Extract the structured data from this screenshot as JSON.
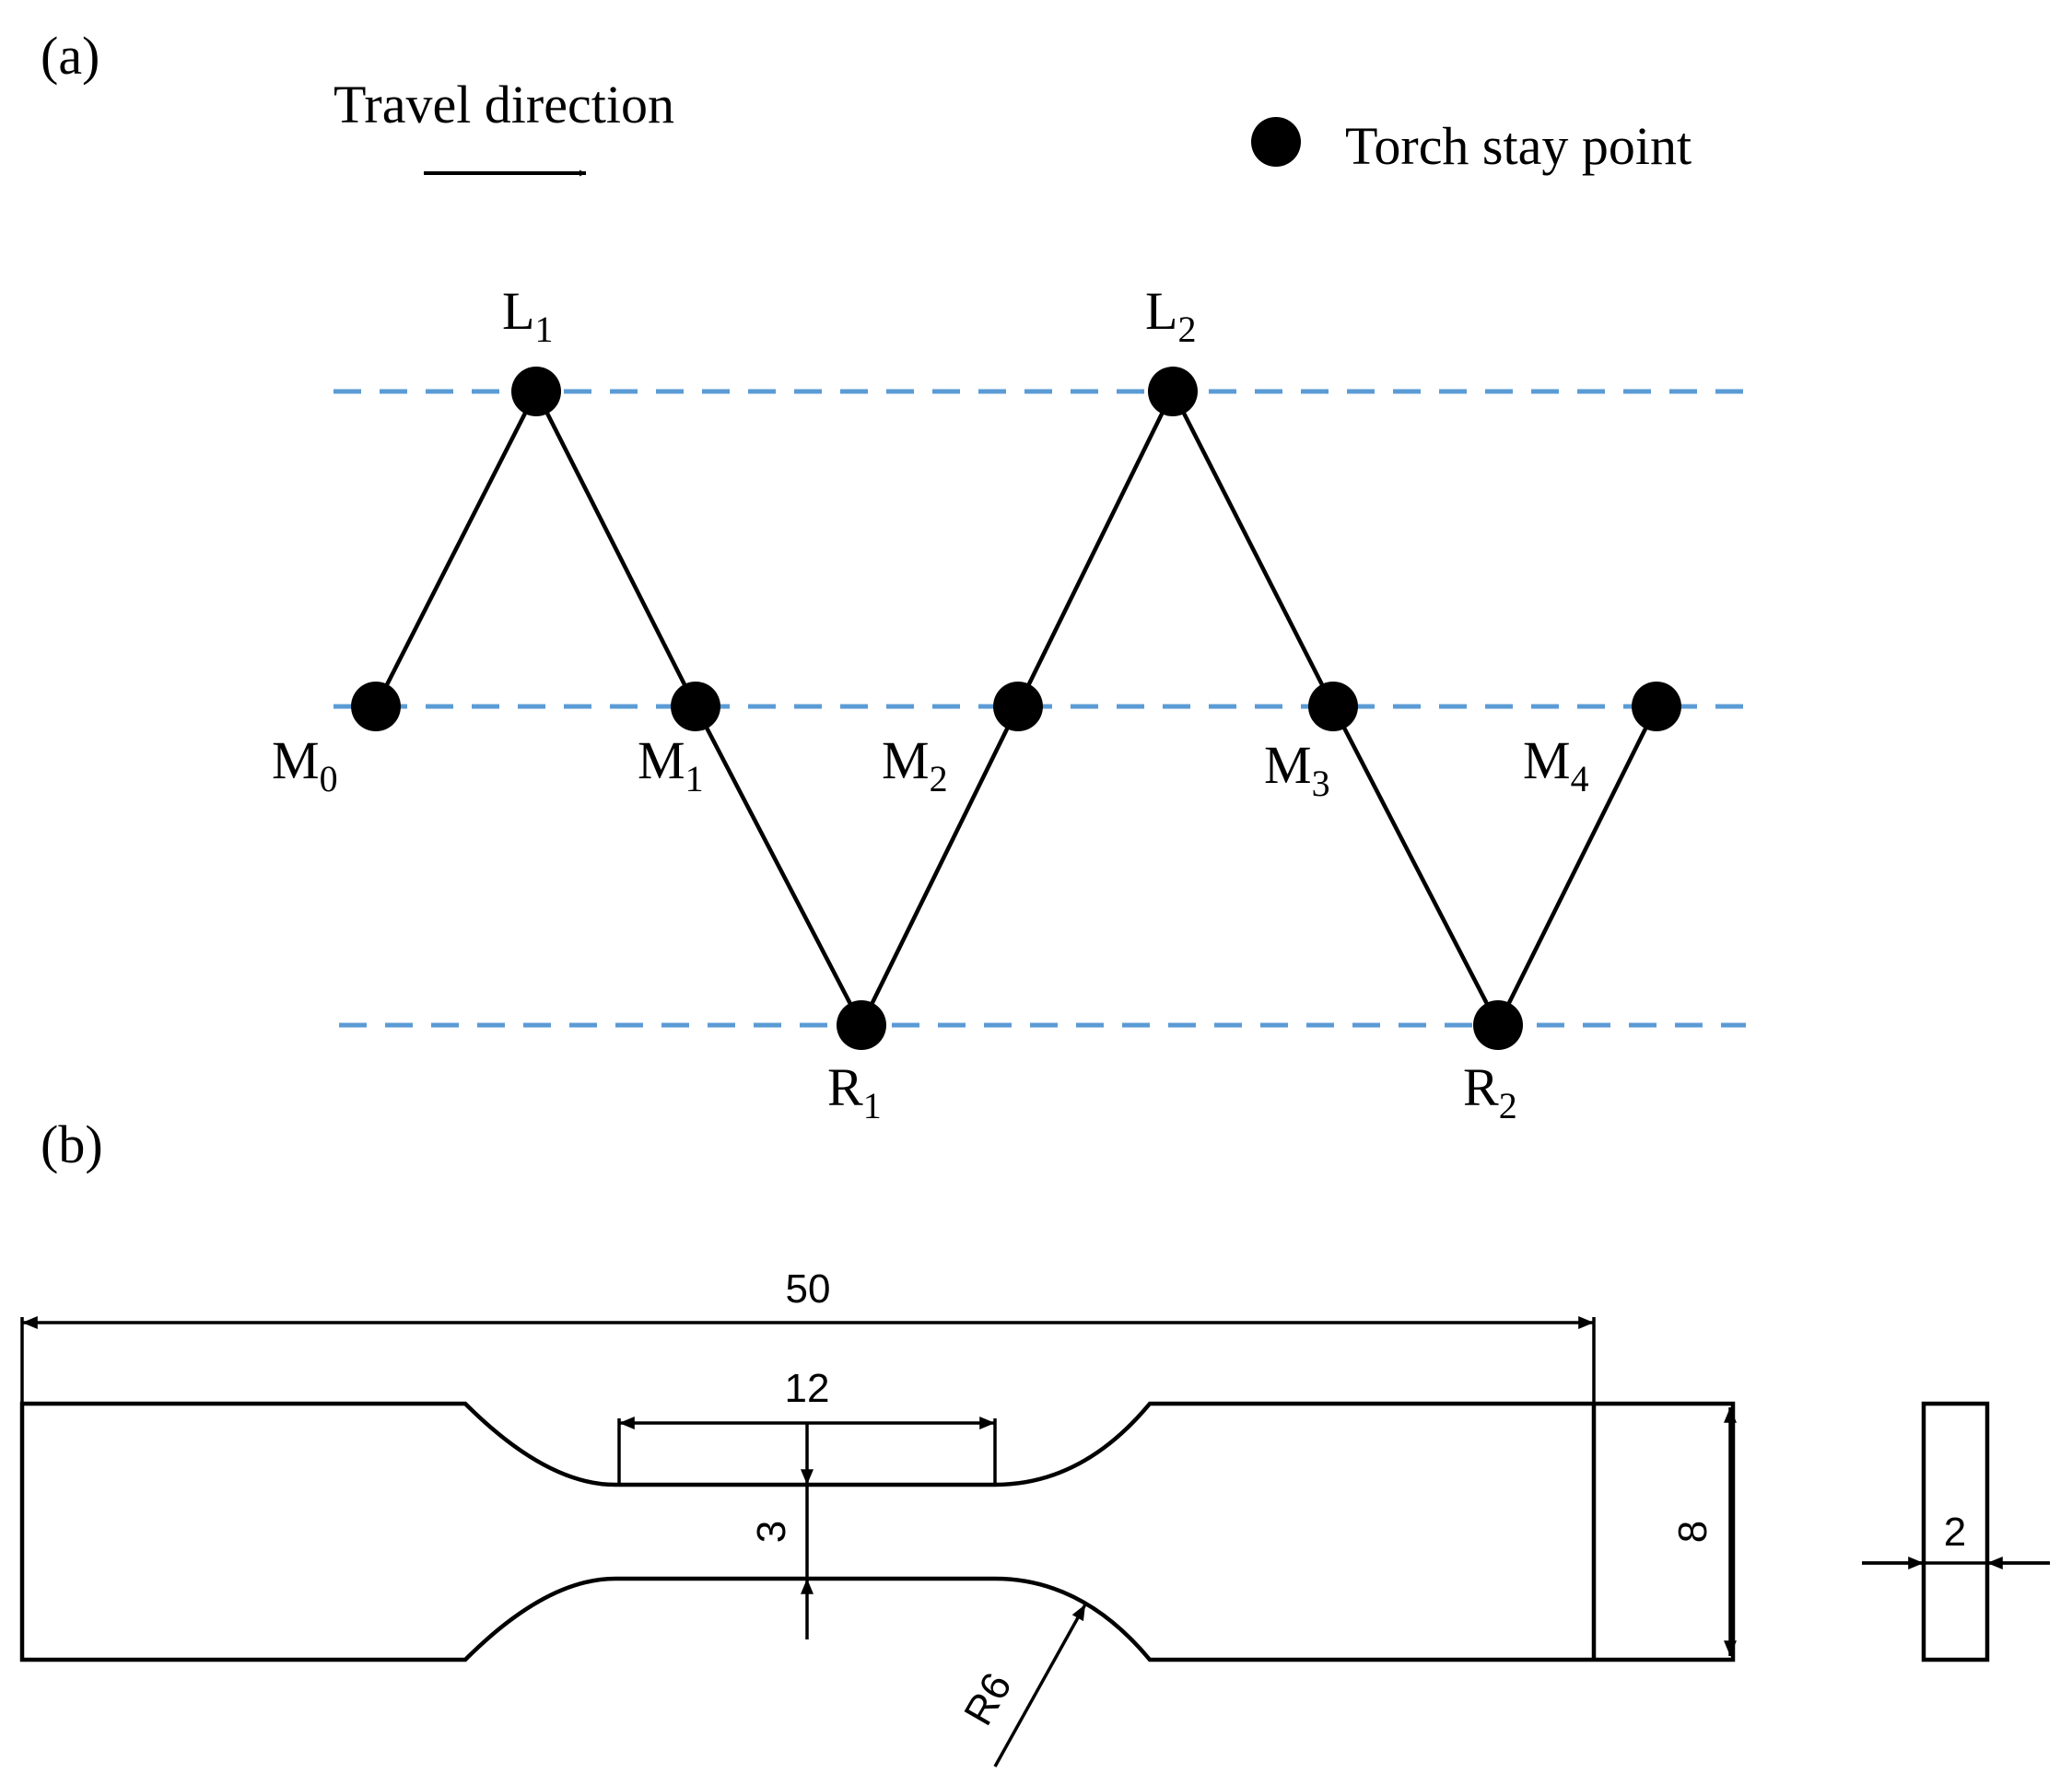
{
  "panel_a": {
    "label": "(a)",
    "travel_direction": "Travel direction",
    "legend_label": "Torch stay point",
    "points": [
      {
        "base": "M",
        "sub": "0"
      },
      {
        "base": "L",
        "sub": "1"
      },
      {
        "base": "M",
        "sub": "1"
      },
      {
        "base": "R",
        "sub": "1"
      },
      {
        "base": "M",
        "sub": "2"
      },
      {
        "base": "L",
        "sub": "2"
      },
      {
        "base": "M",
        "sub": "3"
      },
      {
        "base": "R",
        "sub": "2"
      },
      {
        "base": "M",
        "sub": "4"
      }
    ],
    "colors": {
      "guide_lines": "#5b9bd5",
      "path": "#000000"
    }
  },
  "panel_b": {
    "label": "(b)",
    "dims": {
      "total_length": "50",
      "gauge_length": "12",
      "gauge_width": "3",
      "grip_width": "8",
      "fillet_radius": "R6",
      "thickness": "2"
    }
  }
}
